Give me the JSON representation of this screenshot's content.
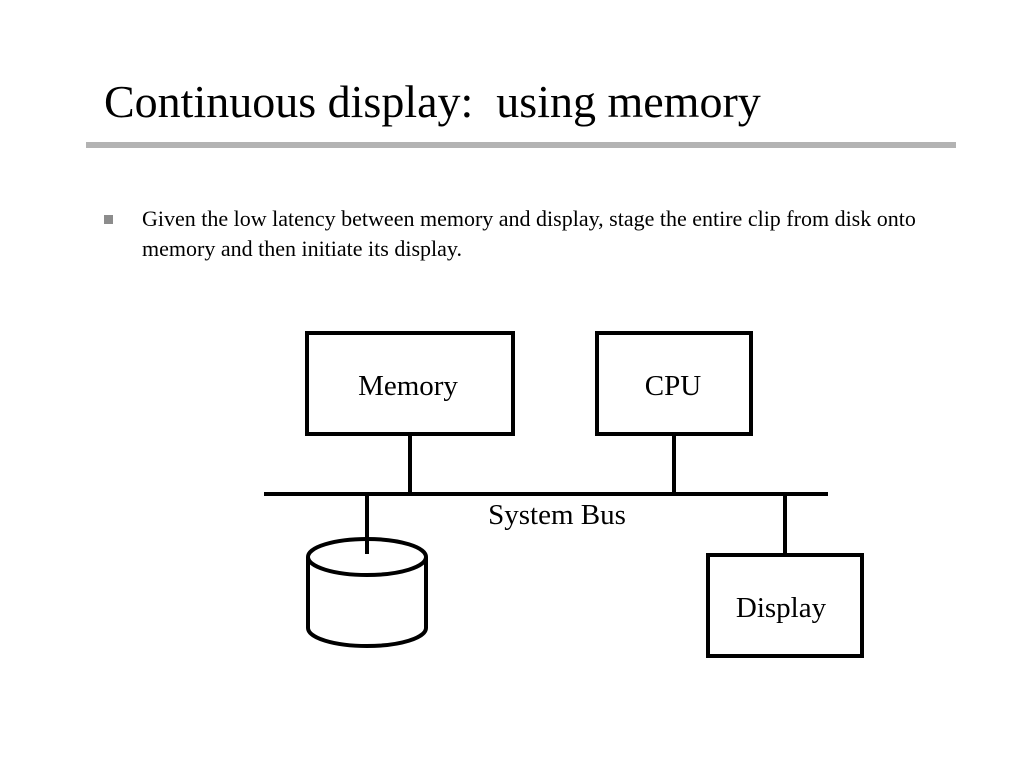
{
  "slide": {
    "title": "Continuous display:  using memory",
    "bullets": [
      {
        "text": "Given the low latency between memory and display, stage the entire clip from disk onto memory and then initiate its display."
      }
    ]
  },
  "diagram": {
    "nodes": {
      "memory": "Memory",
      "cpu": "CPU",
      "display": "Display",
      "disk": ""
    },
    "bus_label": "System Bus"
  }
}
